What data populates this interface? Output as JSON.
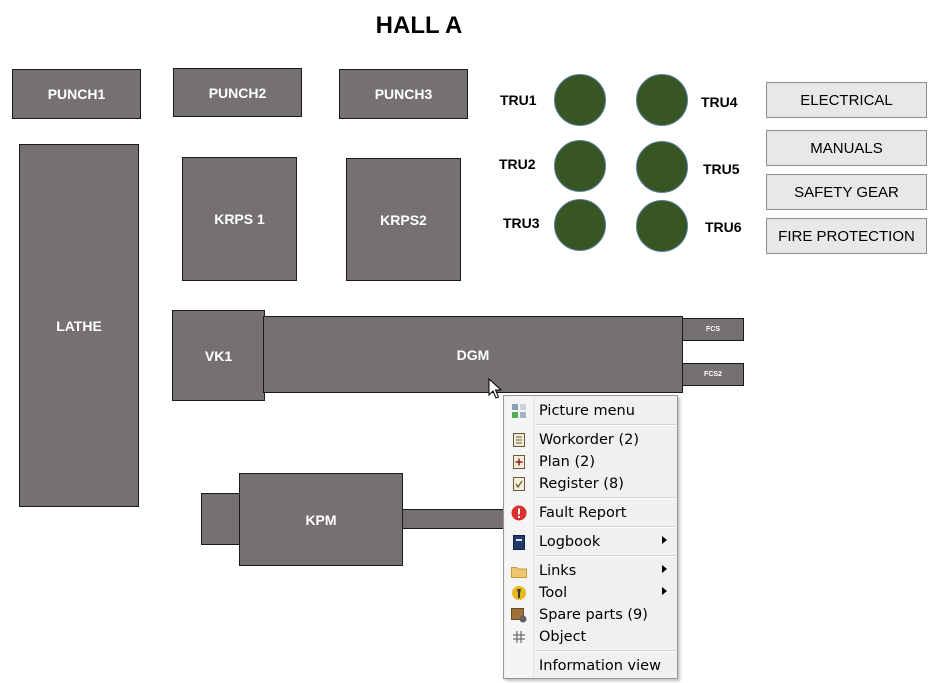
{
  "hall": {
    "title": "HALL A"
  },
  "machines": {
    "punch1": "PUNCH1",
    "punch2": "PUNCH2",
    "punch3": "PUNCH3",
    "krps1": "KRPS 1",
    "krps2": "KRPS2",
    "lathe": "LATHE",
    "vk1": "VK1",
    "dgm": "DGM",
    "fcs": "FCS",
    "fcs2": "FCS2",
    "kpm": "KPM"
  },
  "trus": {
    "tru1": "TRU1",
    "tru2": "TRU2",
    "tru3": "TRU3",
    "tru4": "TRU4",
    "tru5": "TRU5",
    "tru6": "TRU6",
    "color": "#375623"
  },
  "side_buttons": {
    "electrical": "ELECTRICAL",
    "manuals": "MANUALS",
    "safety_gear": "SAFETY GEAR",
    "fire_protection": "FIRE PROTECTION"
  },
  "context_menu": {
    "picture_menu": "Picture menu",
    "workorder": "Workorder (2)",
    "plan": "Plan (2)",
    "register": "Register (8)",
    "fault_report": "Fault Report",
    "logbook": "Logbook",
    "links": "Links",
    "tool": "Tool",
    "spare_parts": "Spare parts (9)",
    "object": "Object",
    "information_view": "Information view"
  },
  "colors": {
    "machine_fill": "#767171",
    "tru_fill": "#375623",
    "button_fill": "#e8e8e8",
    "fault_red": "#d9302c"
  }
}
